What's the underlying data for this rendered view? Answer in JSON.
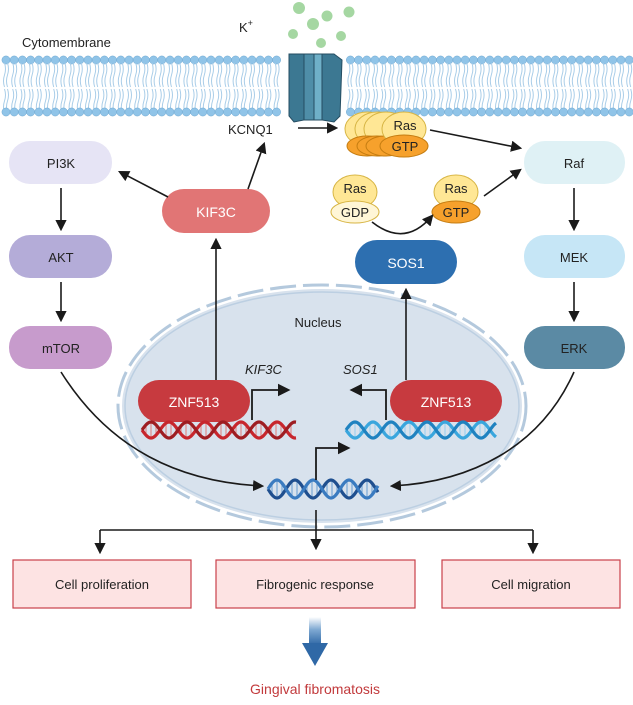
{
  "membrane": {
    "label": "Cytomembrane"
  },
  "ion": {
    "label": "K",
    "charge": "+"
  },
  "channel": {
    "label": "KCNQ1"
  },
  "nucleus": {
    "label": "Nucleus"
  },
  "pi3k_pathway": {
    "pi3k": "PI3K",
    "akt": "AKT",
    "mtor": "mTOR"
  },
  "mapk_pathway": {
    "raf": "Raf",
    "mek": "MEK",
    "erk": "ERK"
  },
  "kif3c": {
    "protein": "KIF3C",
    "gene": "KIF3C"
  },
  "sos1": {
    "protein": "SOS1",
    "gene": "SOS1"
  },
  "ras": {
    "label": "Ras",
    "gtp": "GTP",
    "gdp": "GDP"
  },
  "znf513": {
    "label_left": "ZNF513",
    "label_right": "ZNF513"
  },
  "outcomes": [
    "Cell proliferation",
    "Fibrogenic response",
    "Cell migration"
  ],
  "conclusion": "Gingival fibromatosis",
  "colors": {
    "membrane_head": "#90c4e8",
    "pi3k": "#e6e4f5",
    "akt": "#b4acd8",
    "mtor": "#c79bcc",
    "raf": "#dff1f5",
    "mek": "#c6e6f6",
    "erk": "#5b8aa4",
    "kif3c": "#e17575",
    "znf513": "#c73a3f",
    "sos1": "#2d6fb0",
    "ras_cap": "#ffe795",
    "ras_gtp": "#f6a12c",
    "outcome_fill": "#fde3e3",
    "outcome_stroke": "#c9404a",
    "conclusion_text": "#c23a3c",
    "arrow_down": "#2f68a6"
  }
}
